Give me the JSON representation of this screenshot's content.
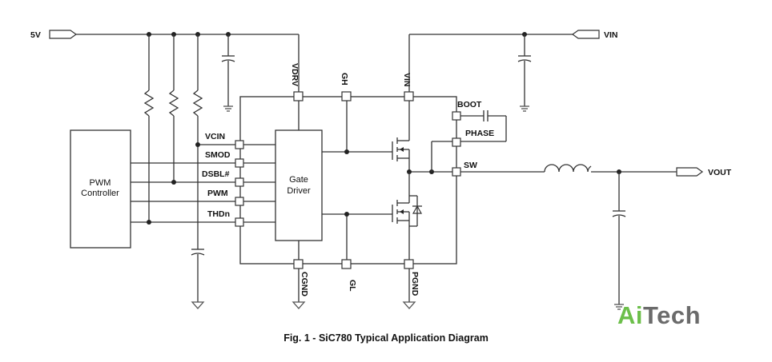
{
  "caption": "Fig. 1 - SiC780 Typical Application Diagram",
  "logo": {
    "part1": "Ai",
    "part2": "Tech",
    "part1_color": "#6cbf4a",
    "part2_color": "#6b6b6b"
  },
  "ports": {
    "vin5": "5V",
    "vin": "VIN",
    "vout": "VOUT"
  },
  "blocks": {
    "controller": [
      "PWM",
      "Controller"
    ],
    "driver": [
      "Gate",
      "Driver"
    ]
  },
  "left_pins": [
    "VCIN",
    "SMOD",
    "DSBL#",
    "PWM",
    "THDn"
  ],
  "top_pins": [
    "VDRV",
    "GH",
    "VIN"
  ],
  "bottom_pins": [
    "CGND",
    "GL",
    "PGND"
  ],
  "right_pins": [
    "BOOT",
    "PHASE",
    "SW"
  ],
  "icons": [
    "resistor",
    "capacitor",
    "inductor",
    "ground",
    "mosfet",
    "diode",
    "port-arrow"
  ]
}
